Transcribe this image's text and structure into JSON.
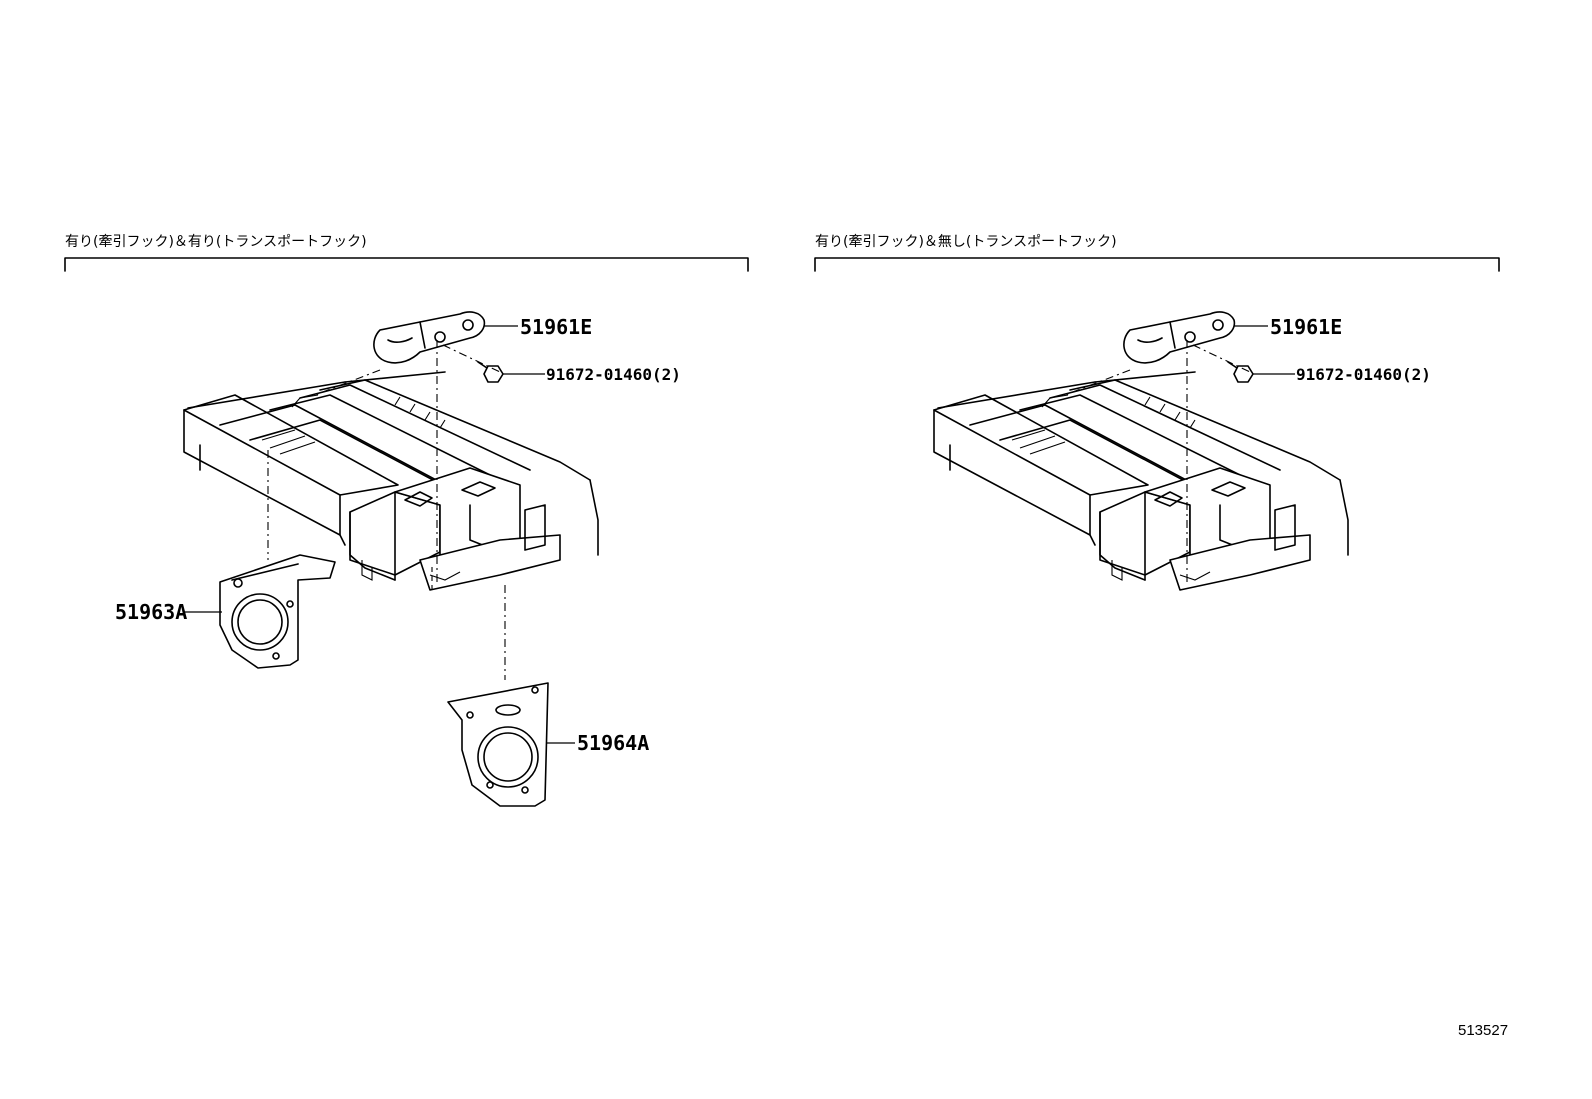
{
  "sections": [
    {
      "title": "有り(牽引フック)＆有り(トランスポートフック)",
      "parts": {
        "hook": "51961E",
        "bolt": "91672-01460(2)",
        "bracket_left": "51963A",
        "bracket_right": "51964A"
      }
    },
    {
      "title": "有り(牽引フック)＆無し(トランスポートフック)",
      "parts": {
        "hook": "51961E",
        "bolt": "91672-01460(2)"
      }
    }
  ],
  "diagram_id": "513527"
}
